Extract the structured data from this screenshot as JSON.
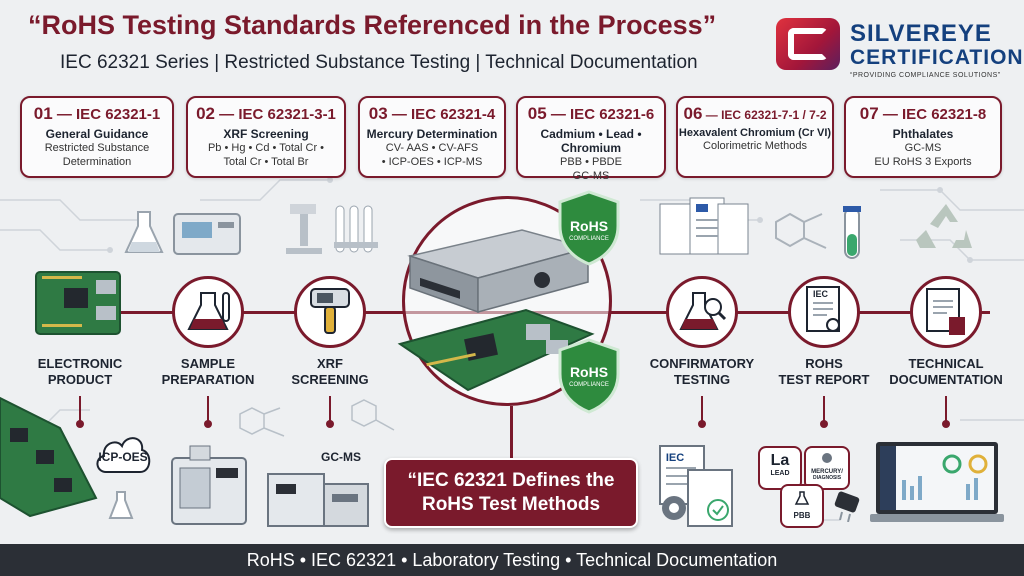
{
  "header": {
    "title": "“RoHS Testing Standards Referenced in the Process”",
    "subtitle": "IEC 62321 Series | Restricted Substance Testing | Technical Documentation"
  },
  "logo": {
    "name_line1": "SILVEREYE",
    "name_line2": "CERTIFICATIONS",
    "tagline": "“PROVIDING COMPLIANCE SOLUTIONS”"
  },
  "standards": [
    {
      "num": "01",
      "code": "IEC 62321-1",
      "head": "General Guidance",
      "lines": [
        "Restricted Substance",
        "Determination"
      ]
    },
    {
      "num": "02",
      "code": "IEC 62321-3-1",
      "head": "XRF Screening",
      "lines": [
        "Pb • Hg • Cd • Total Cr •",
        "Total Cr • Total Br"
      ]
    },
    {
      "num": "03",
      "code": "IEC 62321-4",
      "head": "Mercury Determination",
      "lines": [
        "CV- AAS • CV-AFS",
        "• ICP-OES • ICP-MS"
      ]
    },
    {
      "num": "05",
      "code": "IEC 62321-6",
      "head": "Cadmium • Lead • Chromium",
      "lines": [
        "PBB • PBDE",
        "GC-MS"
      ]
    },
    {
      "num": "06",
      "code": "IEC 62321-7-1 / 7-2",
      "head": "Hexavalent Chromium (Cr VI)",
      "lines": [
        "Colorimetric Methods",
        ""
      ]
    },
    {
      "num": "07",
      "code": "IEC 62321-8",
      "head": "Phthalates",
      "lines": [
        "GC-MS",
        "EU RoHS 3 Exports"
      ]
    }
  ],
  "process": [
    {
      "label1": "ELECTRONIC",
      "label2": "PRODUCT"
    },
    {
      "label1": "SAMPLE",
      "label2": "PREPARATION"
    },
    {
      "label1": "XRF",
      "label2": "SCREENING"
    },
    {
      "label1": "CONFIRMATORY",
      "label2": "TESTING"
    },
    {
      "label1": "ROHS",
      "label2": "TEST REPORT"
    },
    {
      "label1": "TECHNICAL",
      "label2": "DOCUMENTATION"
    }
  ],
  "badges": {
    "rohs_line1": "RoHS",
    "rohs_line2": "COMPLIANCE"
  },
  "callout": {
    "line1": "“IEC 62321 Defines the",
    "line2": "RoHS Test Methods"
  },
  "equipment_tags": {
    "icp_oes": "ICP-OES",
    "gc_ms": "GC-MS",
    "iec_doc": "IEC",
    "iec_report": "IEC",
    "lead_symbol": "La",
    "lead_label": "LEAD",
    "mercury_label": "MERCURY/",
    "mercury_sub": "DIAGNOSIS",
    "pbb_label": "PBB"
  },
  "footer": {
    "text": "RoHS  •  IEC 62321  •  Laboratory Testing  •  Technical Documentation"
  },
  "colors": {
    "accent": "#7a1a2c",
    "dark": "#1d2430",
    "shield": "#2e8b3e",
    "logo_blue": "#14407e"
  }
}
